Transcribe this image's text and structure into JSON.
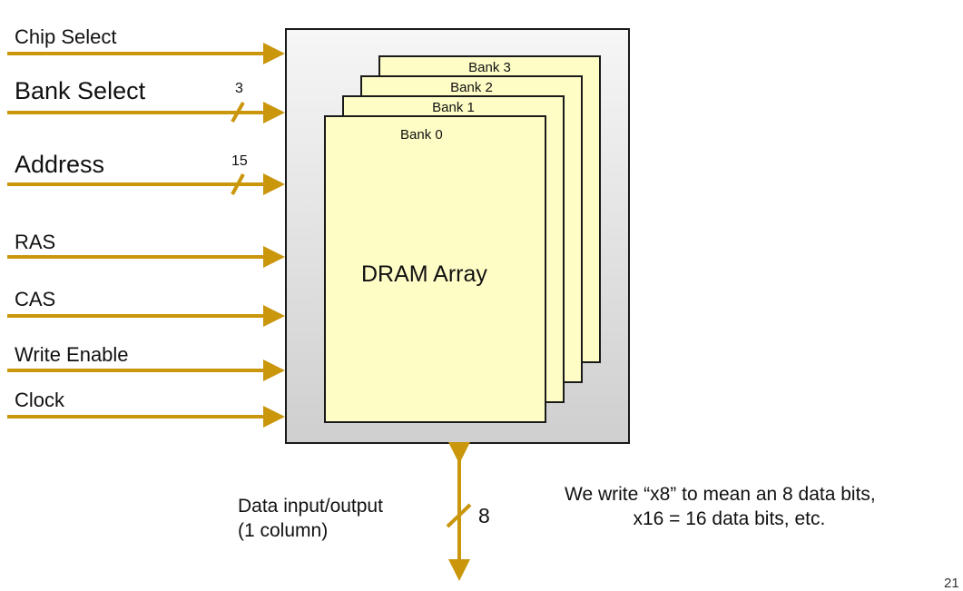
{
  "signals": {
    "chip_select": "Chip Select",
    "bank_select": "Bank Select",
    "bank_select_width": "3",
    "address": "Address",
    "address_width": "15",
    "ras": "RAS",
    "cas": "CAS",
    "write_enable": "Write Enable",
    "clock": "Clock"
  },
  "banks": [
    "Bank 0",
    "Bank 1",
    "Bank 2",
    "Bank 3"
  ],
  "array_label": "DRAM Array",
  "data_io": {
    "label_line1": "Data input/output",
    "label_line2": "(1 column)",
    "width": "8"
  },
  "note": {
    "line1": "We write “x8” to mean an 8 data bits,",
    "line2": "x16 = 16 data bits, etc."
  },
  "page_number": "21",
  "colors": {
    "wire": "#c9960c",
    "bank_fill": "#fffdc6",
    "chip_border": "#1a1a1a"
  }
}
